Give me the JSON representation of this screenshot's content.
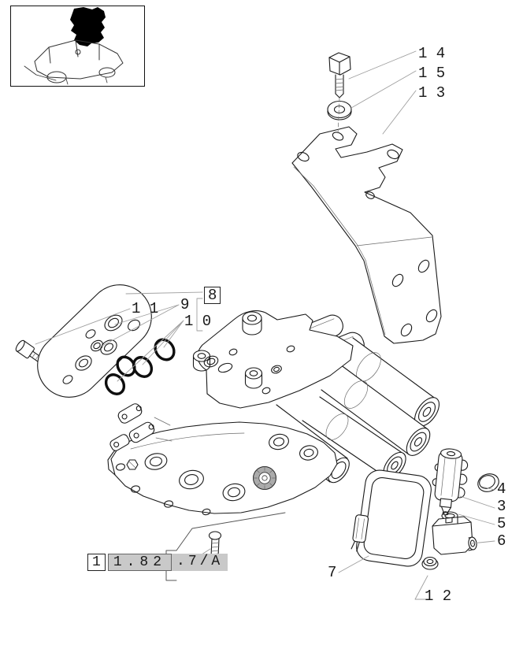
{
  "canvas": {
    "background": "#ffffff",
    "line_color": "#1a1a1a",
    "leader_color": "#9f9f9f",
    "highlight_color": "#c9c9c9"
  },
  "thumbnail": {
    "name": "machine-location-thumbnail",
    "description": "tractor line drawing with blacked-out area marking assembly location"
  },
  "callouts": [
    {
      "id": "14",
      "label": "1 4"
    },
    {
      "id": "15",
      "label": "1 5"
    },
    {
      "id": "13",
      "label": "1 3"
    },
    {
      "id": "11",
      "label": "1 1"
    },
    {
      "id": "8",
      "label": "8"
    },
    {
      "id": "9",
      "label": "9"
    },
    {
      "id": "10",
      "label": "1 0"
    },
    {
      "id": "4",
      "label": "4"
    },
    {
      "id": "3",
      "label": "3"
    },
    {
      "id": "5",
      "label": "5"
    },
    {
      "id": "6",
      "label": "6"
    },
    {
      "id": "7",
      "label": "7"
    },
    {
      "id": "12",
      "label": "1 2"
    },
    {
      "id": "1",
      "label": "1"
    }
  ],
  "reference": {
    "item_box_label": "1",
    "section_label": "1.82",
    "suffix_label": ".7/A",
    "full": "1.82.7/A"
  },
  "parts": [
    {
      "callout": "1",
      "name": "control-valve-assembly"
    },
    {
      "callout": "3",
      "name": "solenoid-connector"
    },
    {
      "callout": "4",
      "name": "cap"
    },
    {
      "callout": "5",
      "name": "o-ring"
    },
    {
      "callout": "6",
      "name": "connector-block"
    },
    {
      "callout": "7",
      "name": "gasket"
    },
    {
      "callout": "8",
      "name": "seal-kit"
    },
    {
      "callout": "9",
      "name": "seal"
    },
    {
      "callout": "10",
      "name": "o-ring"
    },
    {
      "callout": "11",
      "name": "screw"
    },
    {
      "callout": "12",
      "name": "bushing"
    },
    {
      "callout": "13",
      "name": "bracket"
    },
    {
      "callout": "14",
      "name": "bolt"
    },
    {
      "callout": "15",
      "name": "washer"
    }
  ]
}
